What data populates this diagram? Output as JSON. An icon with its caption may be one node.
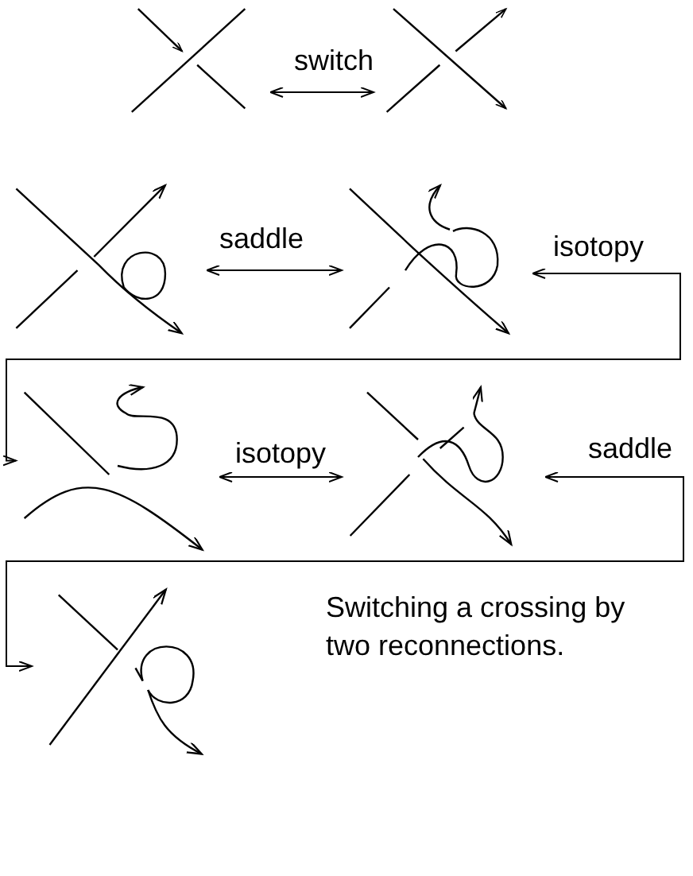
{
  "diagram": {
    "caption": "Switching a crossing by two reconnections.",
    "nodes": [
      {
        "text": [],
        "shape": "picture"
      },
      {
        "text": [],
        "shape": "picture"
      },
      {
        "text": [],
        "shape": "picture"
      },
      {
        "text": [],
        "shape": "picture"
      },
      {
        "text": [],
        "shape": "picture"
      },
      {
        "text": [],
        "shape": "picture"
      },
      {
        "text": [],
        "shape": "picture"
      }
    ],
    "edges": [
      {
        "from": 0,
        "to": 1,
        "arrow": "both",
        "label": "switch"
      },
      {
        "from": 2,
        "to": 3,
        "arrow": "both",
        "label": "saddle"
      },
      {
        "from": 3,
        "to": 4,
        "arrow": "both",
        "label": "isotopy"
      },
      {
        "from": 4,
        "to": 5,
        "arrow": "both",
        "label": "isotopy"
      },
      {
        "from": 5,
        "to": 6,
        "arrow": "both",
        "label": "saddle"
      }
    ]
  }
}
